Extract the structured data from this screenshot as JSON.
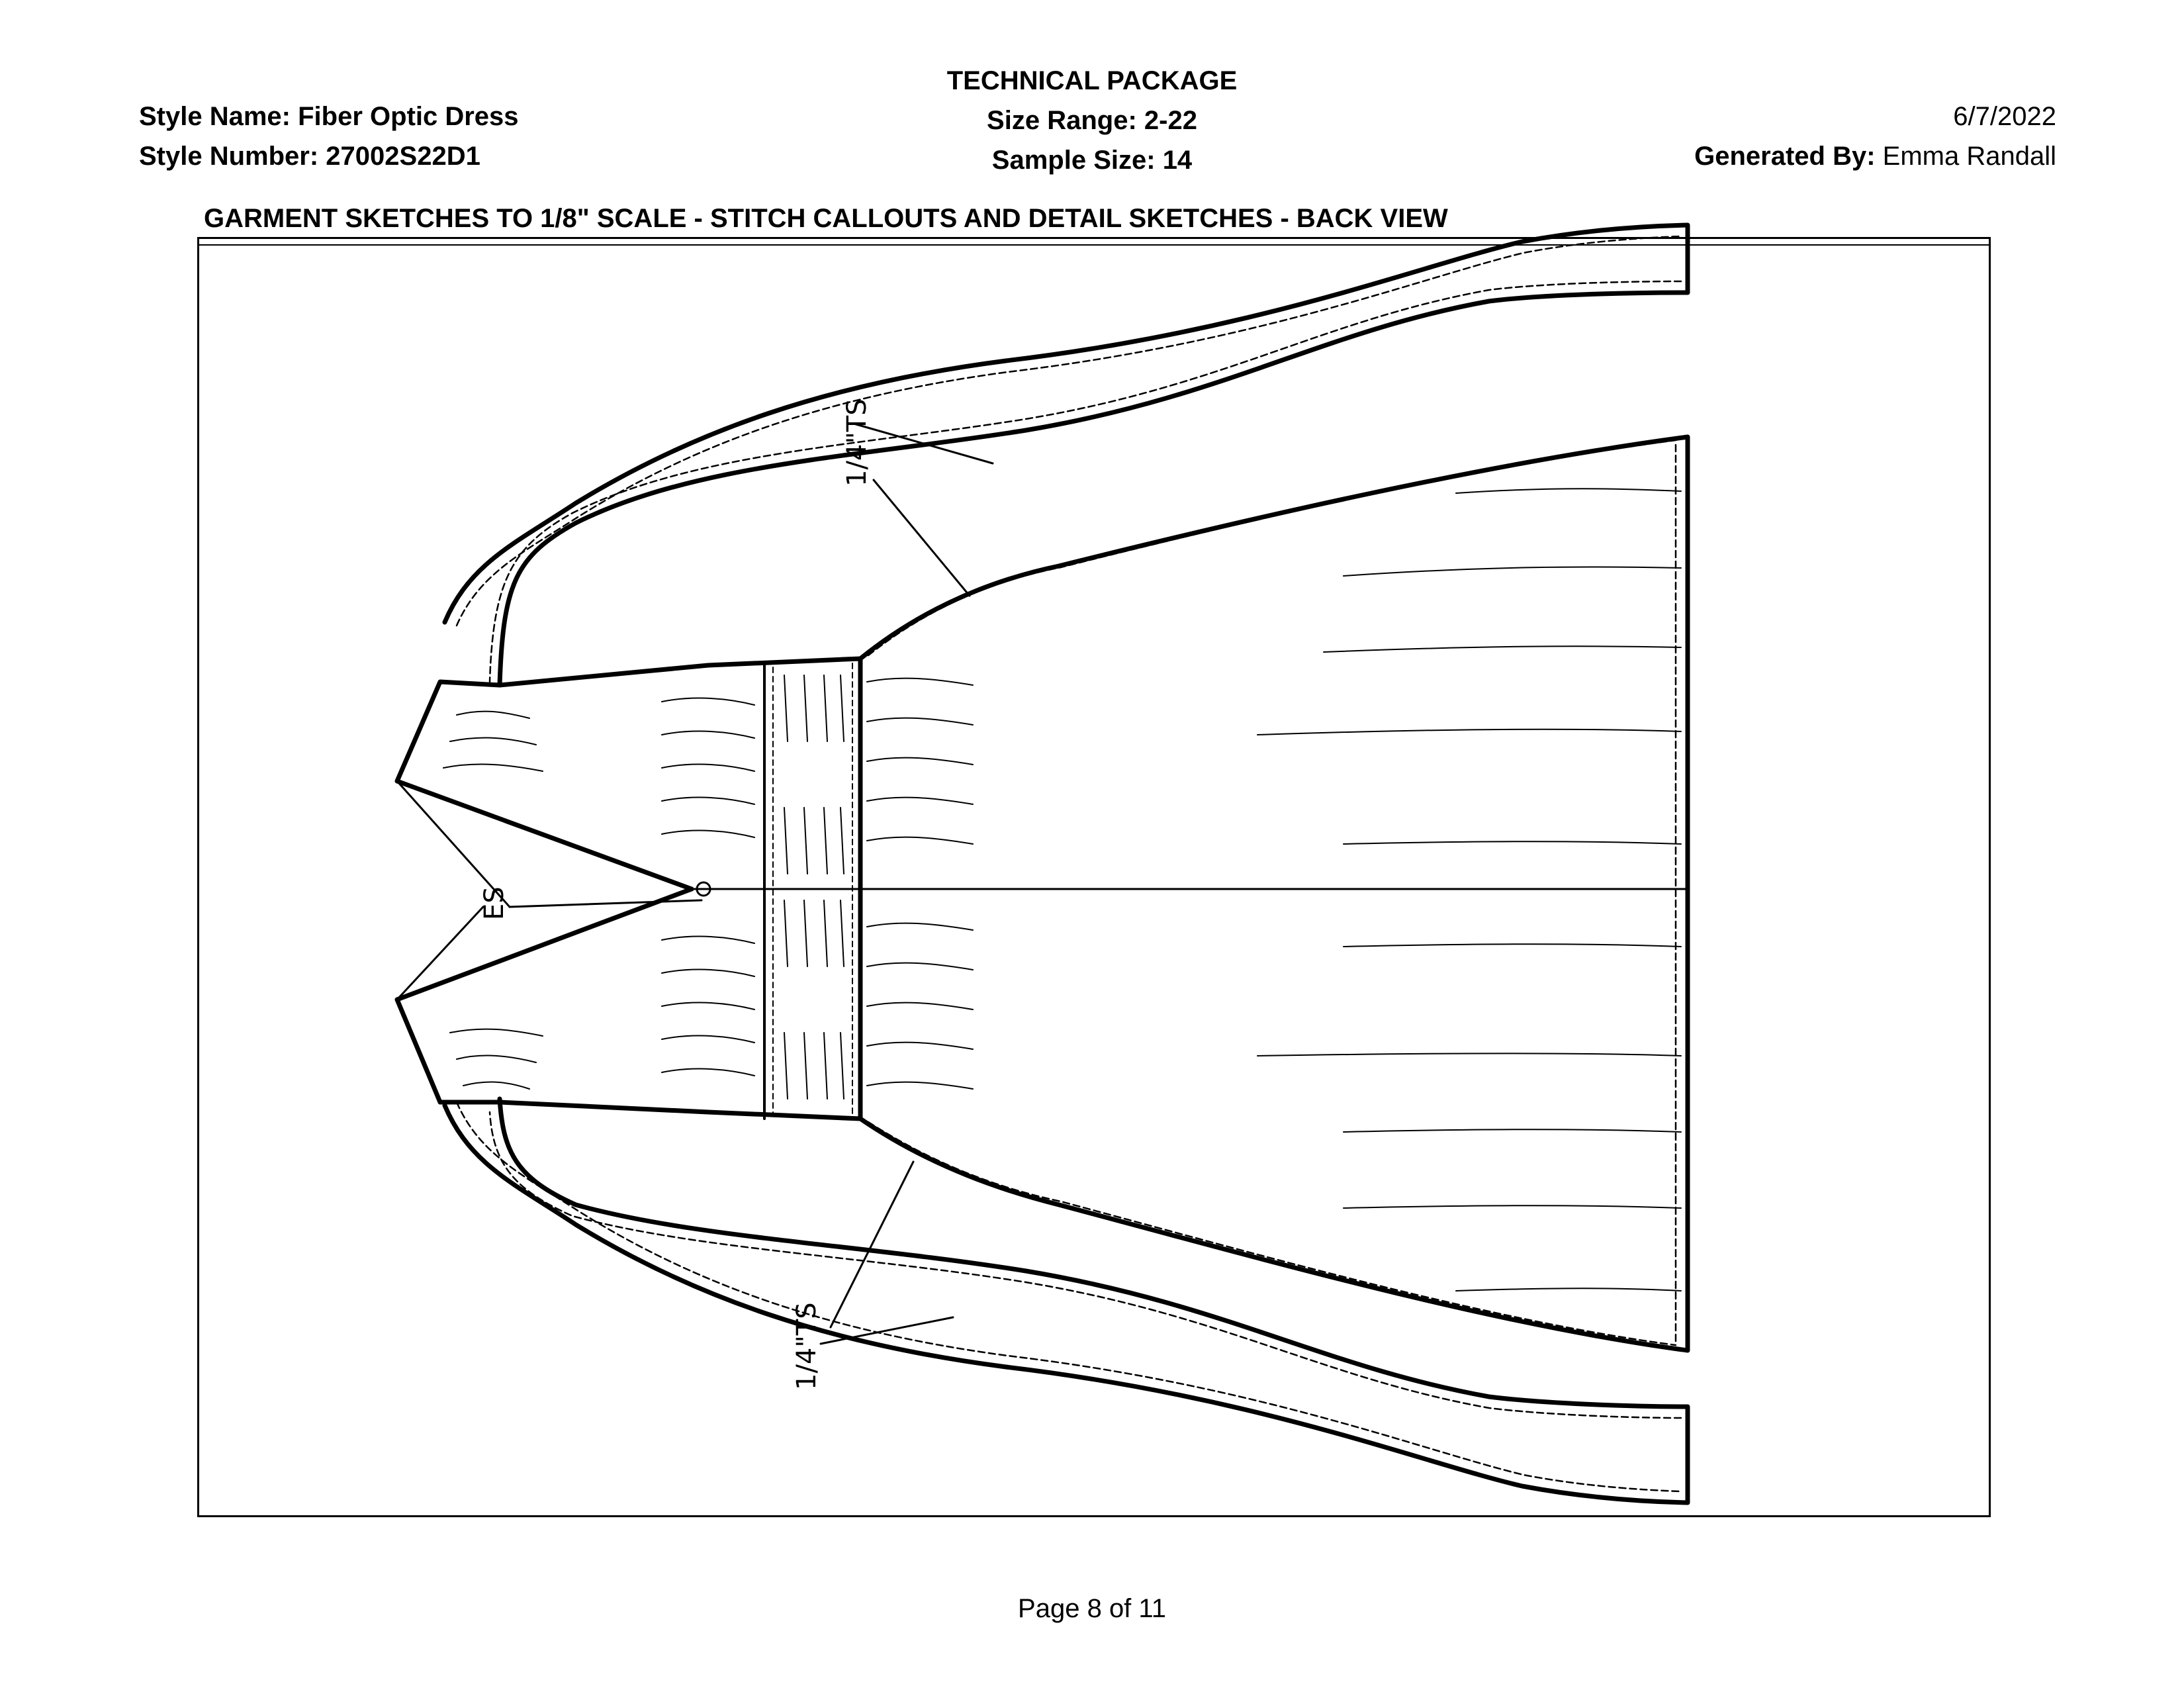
{
  "header": {
    "title": "TECHNICAL PACKAGE",
    "style_name_label": "Style Name:",
    "style_name": "Fiber Optic Dress",
    "style_number_label": "Style Number:",
    "style_number": "27002S22D1",
    "size_range_label": "Size Range:",
    "size_range": "2-22",
    "sample_size_label": "Sample Size:",
    "sample_size": "14",
    "date": "6/7/2022",
    "generated_by_label": "Generated By:",
    "generated_by": "Emma Randall"
  },
  "section": {
    "title": "GARMENT SKETCHES TO 1/8\" SCALE - STITCH CALLOUTS AND DETAIL SKETCHES - BACK VIEW"
  },
  "callouts": {
    "top_topstitch": "1/4\"TS",
    "bottom_topstitch": "1/4\"TS",
    "edgestitch": "ES"
  },
  "footer": {
    "page": "Page 8 of 11"
  }
}
